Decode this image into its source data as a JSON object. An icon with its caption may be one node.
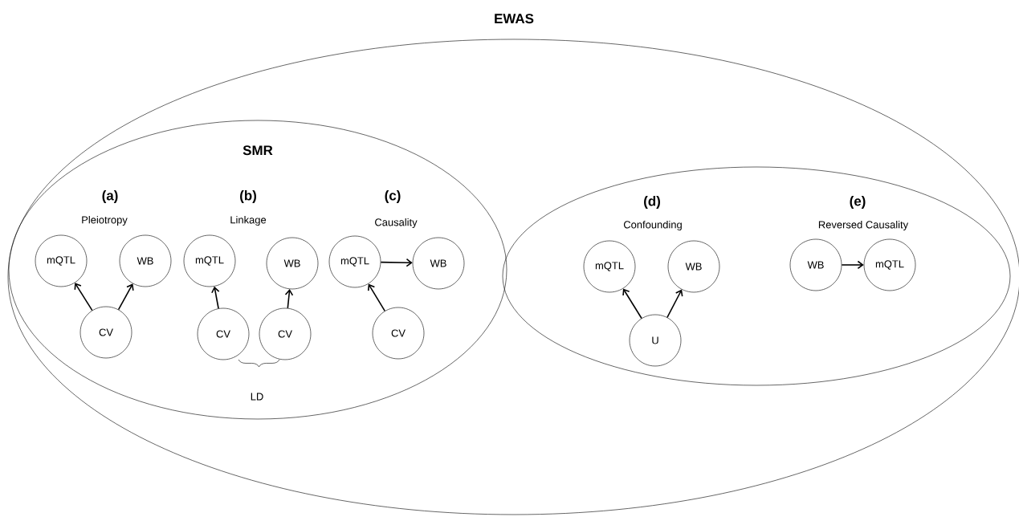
{
  "diagram": {
    "nodes": [
      {
        "text": [
          "EWAS"
        ]
      },
      {
        "text": [
          "SMR"
        ],
        "in": 0
      },
      {
        "text": [],
        "shape": "ellipse",
        "in": 0
      },
      {
        "text": [
          "mQTL"
        ],
        "in": 1
      },
      {
        "text": [
          "WB"
        ],
        "in": 1
      },
      {
        "text": [
          "CV"
        ],
        "in": 1
      },
      {
        "text": [
          "mQTL"
        ],
        "in": 1
      },
      {
        "text": [
          "WB"
        ],
        "in": 1
      },
      {
        "text": [
          "CV"
        ],
        "in": 1
      },
      {
        "text": [
          "CV"
        ],
        "in": 1
      },
      {
        "text": [
          "mQTL"
        ],
        "in": 1
      },
      {
        "text": [
          "WB"
        ],
        "in": 1
      },
      {
        "text": [
          "CV"
        ],
        "in": 1
      },
      {
        "text": [
          "mQTL"
        ],
        "in": 2
      },
      {
        "text": [
          "WB"
        ],
        "in": 2
      },
      {
        "text": [
          "U"
        ],
        "in": 2
      },
      {
        "text": [
          "WB"
        ],
        "in": 2
      },
      {
        "text": [
          "mQTL"
        ],
        "in": 2
      }
    ],
    "edges": [
      {
        "from": 5,
        "to": 3,
        "arrow": "to"
      },
      {
        "from": 5,
        "to": 4,
        "arrow": "to"
      },
      {
        "from": 8,
        "to": 6,
        "arrow": "to"
      },
      {
        "from": 9,
        "to": 7,
        "arrow": "to"
      },
      {
        "from": 10,
        "to": 11,
        "arrow": "to"
      },
      {
        "from": 12,
        "to": 10,
        "arrow": "to"
      },
      {
        "from": 15,
        "to": 13,
        "arrow": "to"
      },
      {
        "from": 15,
        "to": 14,
        "arrow": "to"
      },
      {
        "from": 16,
        "to": 17,
        "arrow": "to"
      }
    ],
    "labels": [
      "(a)",
      "(b)",
      "(c)",
      "(d)",
      "(e)",
      "Pleiotropy",
      "Linkage",
      "Causality",
      "Confounding",
      "Reversed Causality",
      "LD"
    ]
  }
}
